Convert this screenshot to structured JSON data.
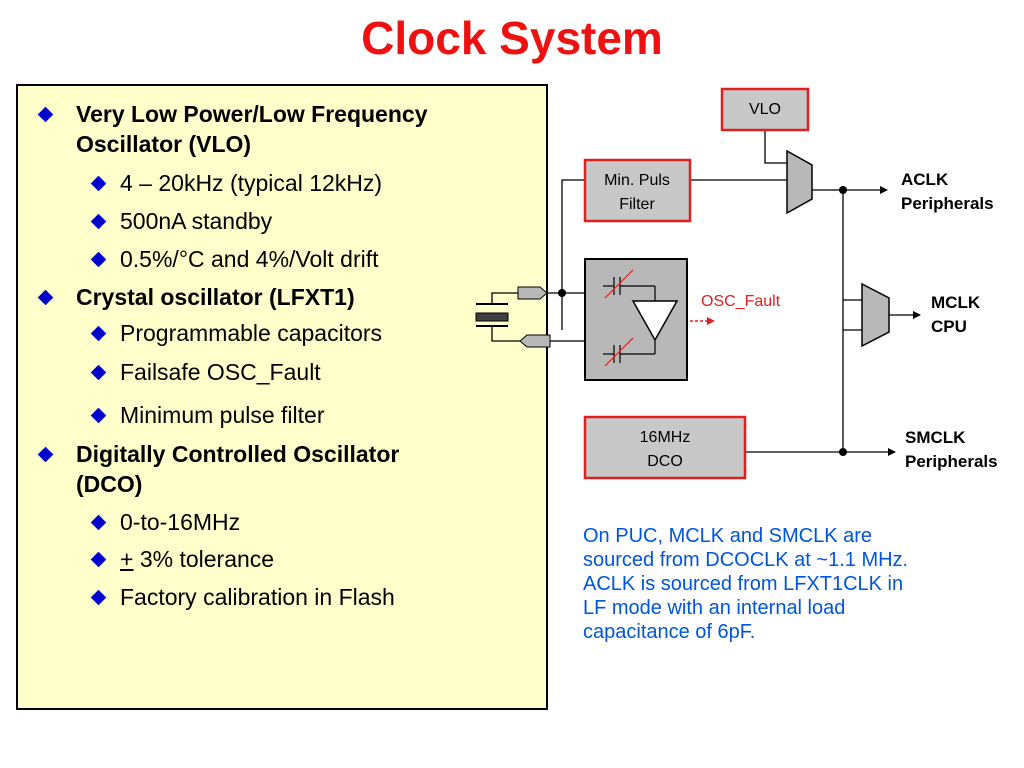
{
  "slide": {
    "title": "Clock System"
  },
  "bullets": [
    {
      "text": "Very Low Power/Low Frequency",
      "cont": "Oscillator (VLO)",
      "sub": [
        "4 – 20kHz (typical 12kHz)",
        "500nA standby",
        "0.5%/°C and 4%/Volt drift"
      ]
    },
    {
      "text": "Crystal oscillator (LFXT1)",
      "sub": [
        "Programmable capacitors",
        "Failsafe OSC_Fault",
        "Minimum pulse filter"
      ]
    },
    {
      "text": "Digitally Controlled Oscillator",
      "cont": "(DCO)",
      "sub": [
        "0-to-16MHz",
        "3% tolerance",
        "Factory calibration in Flash"
      ]
    }
  ],
  "plus_sign": "+",
  "diagram": {
    "vlo": "VLO",
    "minpuls_1": "Min. Puls",
    "minpuls_2": "Filter",
    "osc_fault": "OSC_Fault",
    "dco_1": "16MHz",
    "dco_2": "DCO",
    "aclk_1": "ACLK",
    "aclk_2": "Peripherals",
    "mclk_1": "MCLK",
    "mclk_2": "CPU",
    "smclk_1": "SMCLK",
    "smclk_2": "Peripherals"
  },
  "colors": {
    "title": "#ee1111",
    "panel": "#ffffcc",
    "bullet": "#0000cc",
    "note": "#0055dd",
    "box_border": "#e02020",
    "box_fill": "#c8c8c8"
  },
  "note": {
    "lines": [
      "On PUC, MCLK and SMCLK are",
      "sourced from DCOCLK at ~1.1 MHz.",
      "ACLK is sourced from LFXT1CLK in",
      "LF mode with an internal load",
      "capacitance of 6pF."
    ]
  }
}
